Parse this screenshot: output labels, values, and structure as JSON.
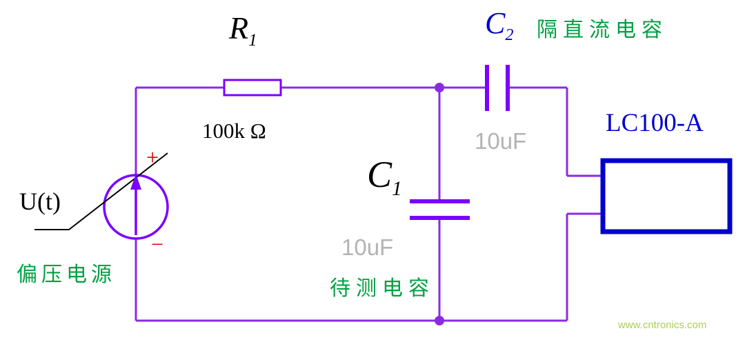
{
  "colors": {
    "wire_purple": "#8A2BE2",
    "component_violet": "#7B00FF",
    "meter_blue": "#0000CC",
    "caption_green": "#00A040",
    "value_gray": "#B3B3B3",
    "polarity_red": "#E80000",
    "text_black": "#000000",
    "watermark_green": "#AACE54"
  },
  "source": {
    "label": "U(t)",
    "plus": "+",
    "minus": "−",
    "caption": "偏压电源"
  },
  "resistor": {
    "name": "R",
    "sub": "1",
    "value": "100k Ω"
  },
  "capacitor_c1": {
    "name": "C",
    "sub": "1",
    "value": "10uF",
    "caption": "待测电容"
  },
  "capacitor_c2": {
    "name": "C",
    "sub": "2",
    "value": "10uF",
    "caption": "隔直流电容"
  },
  "meter": {
    "model": "LC100-A"
  },
  "watermark": "www.cntronics.com"
}
